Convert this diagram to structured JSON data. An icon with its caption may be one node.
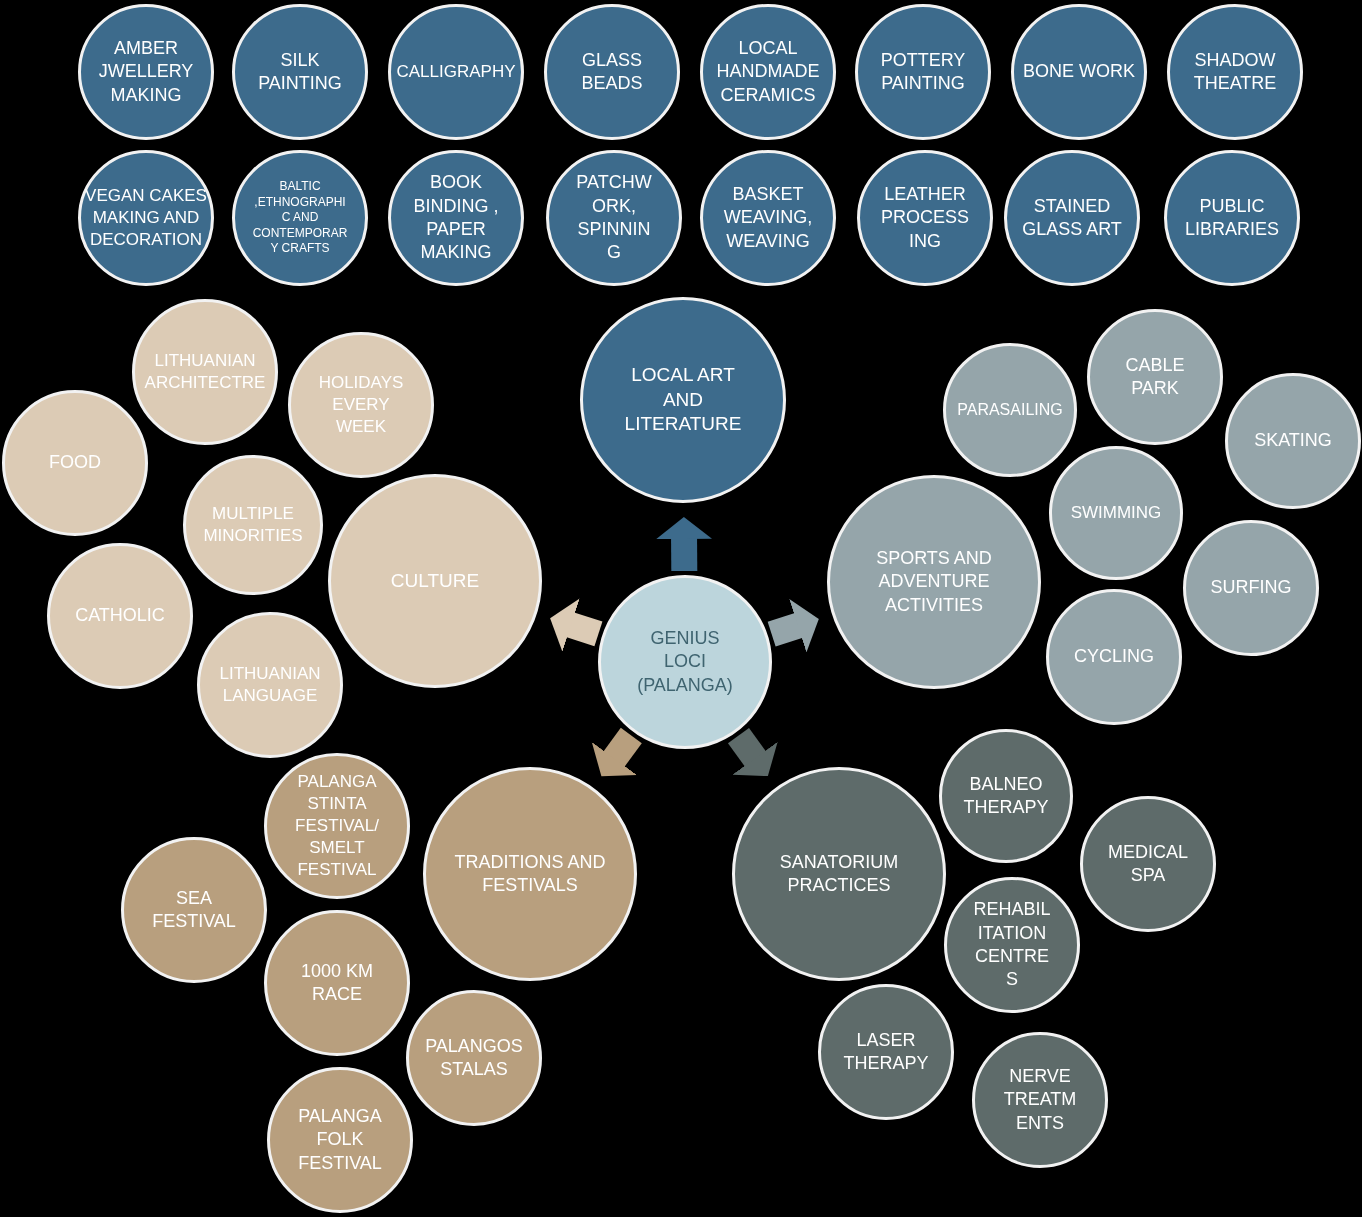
{
  "diagram": {
    "nodes": [
      {
        "text": [
          "AMBER JWELLERY MAKING"
        ]
      },
      {
        "text": [
          "SILK PAINTING"
        ]
      },
      {
        "text": [
          "CALLIGRAPHY"
        ]
      },
      {
        "text": [
          "GLASS BEADS"
        ]
      },
      {
        "text": [
          "LOCAL HANDMADE CERAMICS"
        ]
      },
      {
        "text": [
          "POTTERY PAINTING"
        ]
      },
      {
        "text": [
          "BONE WORK"
        ]
      },
      {
        "text": [
          "SHADOW THEATRE"
        ]
      },
      {
        "text": [
          "VEGAN CAKES MAKING AND DECORATION"
        ]
      },
      {
        "text": [
          "BALTIC ,ETHNOGRAPHIC AND CONTEMPORARY CRAFTS"
        ]
      },
      {
        "text": [
          "BOOK BINDING , PAPER MAKING"
        ]
      },
      {
        "text": [
          "PATCHWORK, SPINNING"
        ]
      },
      {
        "text": [
          "BASKET WEAVING, WEAVING"
        ]
      },
      {
        "text": [
          "LEATHER PROCESSING"
        ]
      },
      {
        "text": [
          "STAINED GLASS ART"
        ]
      },
      {
        "text": [
          "PUBLIC LIBRARIES"
        ]
      },
      {
        "text": [
          "LOCAL ART AND LITERATURE"
        ]
      },
      {
        "text": [
          "LITHUANIAN ARCHITECTRE"
        ]
      },
      {
        "text": [
          "HOLIDAYS EVERY WEEK"
        ]
      },
      {
        "text": [
          "FOOD"
        ]
      },
      {
        "text": [
          "MULTIPLE MINORITIES"
        ]
      },
      {
        "text": [
          "CULTURE"
        ]
      },
      {
        "text": [
          "CATHOLIC"
        ]
      },
      {
        "text": [
          "LITHUANIAN LANGUAGE"
        ]
      },
      {
        "text": [
          "PARASAILING"
        ]
      },
      {
        "text": [
          "CABLE PARK"
        ]
      },
      {
        "text": [
          "SKATING"
        ]
      },
      {
        "text": [
          "SWIMMING"
        ]
      },
      {
        "text": [
          "SPORTS AND ADVENTURE ACTIVITIES"
        ]
      },
      {
        "text": [
          "SURFING"
        ]
      },
      {
        "text": [
          "CYCLING"
        ]
      },
      {
        "text": [
          "GENIUS LOCI (PALANGA)"
        ]
      },
      {
        "text": [
          "PALANGA STINTA FESTIVAL/ SMELT FESTIVAL"
        ]
      },
      {
        "text": [
          "TRADITIONS AND FESTIVALS"
        ]
      },
      {
        "text": [
          "SEA FESTIVAL"
        ]
      },
      {
        "text": [
          "1000 KM RACE"
        ]
      },
      {
        "text": [
          "PALANGOS STALAS"
        ]
      },
      {
        "text": [
          "PALANGA FOLK FESTIVAL"
        ]
      },
      {
        "text": [
          "BALNEO THERAPY"
        ]
      },
      {
        "text": [
          "SANATORIUM PRACTICES"
        ]
      },
      {
        "text": [
          "MEDICAL SPA"
        ]
      },
      {
        "text": [
          "REHABILITATION CENTRES"
        ]
      },
      {
        "text": [
          "LASER THERAPY"
        ]
      },
      {
        "text": [
          "NERVE TREATMENTS"
        ]
      }
    ],
    "edges": [
      {
        "from": 31,
        "to": 16,
        "arrow": "to",
        "color": "#3d6b8c"
      },
      {
        "from": 31,
        "to": 28,
        "arrow": "to",
        "color": "#95a5aa"
      },
      {
        "from": 31,
        "to": 39,
        "arrow": "to",
        "color": "#5e6b6a"
      },
      {
        "from": 31,
        "to": 33,
        "arrow": "to",
        "color": "#b89f7e"
      },
      {
        "from": 31,
        "to": 21,
        "arrow": "to",
        "color": "#dccbb5"
      }
    ]
  }
}
